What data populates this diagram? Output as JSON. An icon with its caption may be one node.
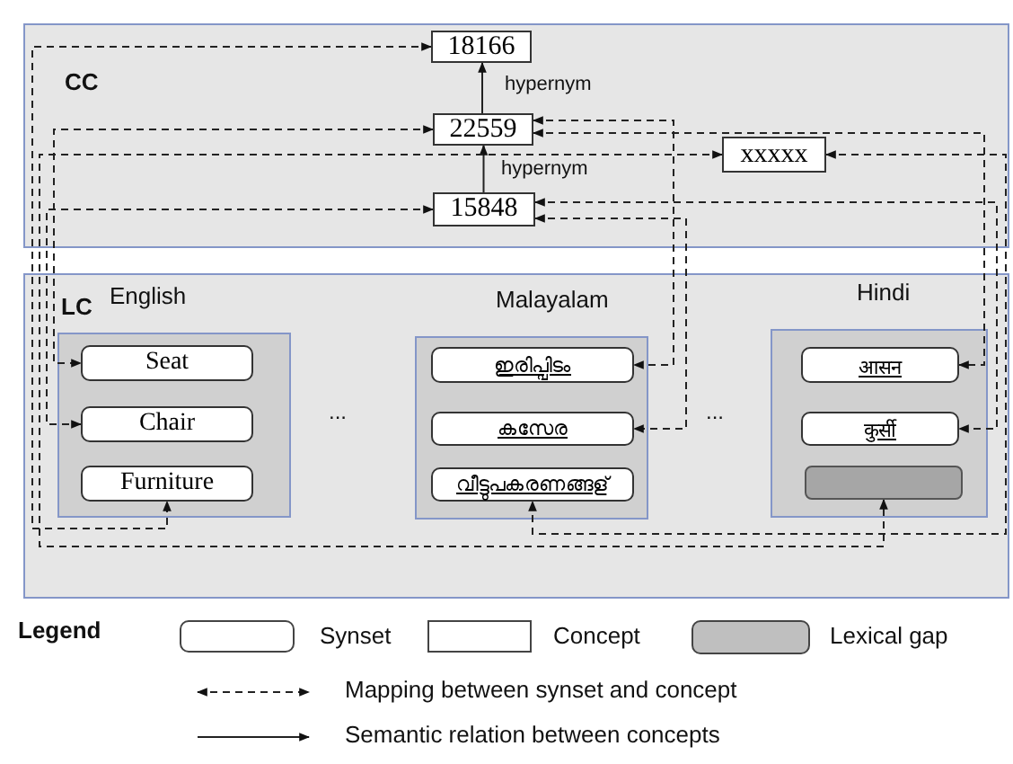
{
  "diagram": {
    "nodes": [
      {
        "text": [
          "CC"
        ]
      },
      {
        "text": [
          "18166"
        ],
        "in": 0
      },
      {
        "text": [
          "22559"
        ],
        "in": 0
      },
      {
        "text": [
          "xxxxx"
        ],
        "in": 0
      },
      {
        "text": [
          "15848"
        ],
        "in": 0
      },
      {
        "text": [
          "LC"
        ]
      },
      {
        "text": [
          "English"
        ],
        "in": 5
      },
      {
        "text": [
          "Seat"
        ],
        "in": 6
      },
      {
        "text": [
          "Chair"
        ],
        "in": 6
      },
      {
        "text": [
          "Furniture"
        ],
        "in": 6
      },
      {
        "text": [
          "Malayalam"
        ],
        "in": 5
      },
      {
        "text": [
          "ഇരിപ്പിടം"
        ],
        "in": 10
      },
      {
        "text": [
          "കസേര"
        ],
        "in": 10
      },
      {
        "text": [
          "വീട്ടുപകരണങ്ങള്"
        ],
        "in": 10
      },
      {
        "text": [
          "Hindi"
        ],
        "in": 5
      },
      {
        "text": [
          "आसन"
        ],
        "in": 14
      },
      {
        "text": [
          "कुर्सी"
        ],
        "in": 14
      },
      {
        "text": [],
        "shape": "box",
        "in": 14
      }
    ],
    "edges": [
      {
        "from": 2,
        "to": 1,
        "arrow": "to",
        "label": "hypernym"
      },
      {
        "from": 4,
        "to": 2,
        "arrow": "to",
        "label": "hypernym"
      },
      {
        "from": 1,
        "to": 9,
        "arrow": "both",
        "style": "dashed"
      },
      {
        "from": 2,
        "to": 7,
        "arrow": "both",
        "style": "dashed"
      },
      {
        "from": 4,
        "to": 8,
        "arrow": "both",
        "style": "dashed"
      },
      {
        "from": 3,
        "to": 17,
        "arrow": "both",
        "style": "dashed"
      },
      {
        "from": 3,
        "to": 13,
        "arrow": "both",
        "style": "dashed"
      },
      {
        "from": 2,
        "to": 15,
        "arrow": "both",
        "style": "dashed"
      },
      {
        "from": 4,
        "to": 16,
        "arrow": "both",
        "style": "dashed"
      },
      {
        "from": 2,
        "to": 11,
        "arrow": "both",
        "style": "dashed"
      },
      {
        "from": 4,
        "to": 12,
        "arrow": "both",
        "style": "dashed"
      }
    ],
    "labels": [
      "...",
      "...",
      "Legend"
    ],
    "legend": [
      {
        "text": "Synset"
      },
      {
        "text": "Concept"
      },
      {
        "text": "Lexical gap",
        "color": "#bfbfbf"
      },
      {
        "text": "Mapping between synset and concept"
      },
      {
        "text": "Semantic relation between concepts"
      }
    ]
  }
}
